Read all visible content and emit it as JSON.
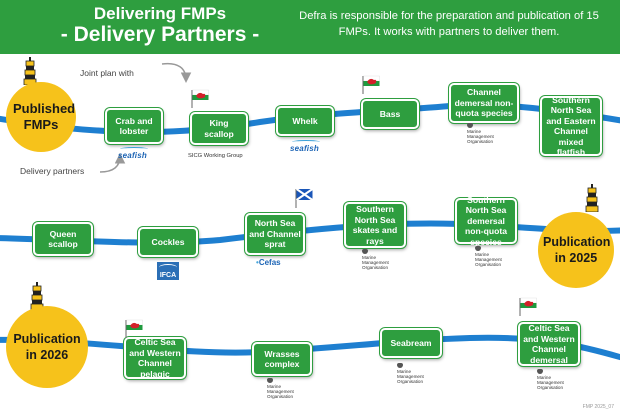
{
  "header": {
    "title_line1": "Delivering FMPs",
    "title_line2": "- Delivery Partners -",
    "intro": "Defra is responsible for the preparation and publication of 15 FMPs. It works with partners to deliver them."
  },
  "milestones": {
    "published": "Published FMPs",
    "publication_2025": "Publication in 2025",
    "publication_2026": "Publication in 2026"
  },
  "notes": {
    "joint_plan": "Joint plan with",
    "delivery_partners": "Delivery partners",
    "sicg": "SICG Working Group"
  },
  "fmps": {
    "crab_lobster": "Crab and lobster",
    "king_scallop": "King scallop",
    "whelk": "Whelk",
    "bass": "Bass",
    "channel_demersal": "Channel demersal non-quota species",
    "sns_eastern_channel": "Southern North Sea and Eastern Channel mixed flatfish",
    "queen_scallop": "Queen scallop",
    "cockles": "Cockles",
    "north_sea_sprat": "North Sea and Channel sprat",
    "sns_skates_rays": "Southern North Sea skates and rays",
    "sns_demersal": "Southern North Sea demersal non-quota species",
    "celtic_pelagic": "Celtic Sea and Western Channel pelagic",
    "wrasses": "Wrasses complex",
    "seabream": "Seabream",
    "celtic_demersal": "Celtic Sea and Western Channel demersal"
  },
  "logos": {
    "seafish": "seafish",
    "mmo": "Marine Management Organisation",
    "ifca": "IFCA",
    "cefas_main": "Cefas",
    "cefas_dot": "•"
  },
  "footer": "FMP 2025_07",
  "colors": {
    "green": "#2e9e3f",
    "yellow": "#f6c21b",
    "path_blue": "#1e7fd0"
  },
  "icons": {
    "welsh_flag": "welsh-flag-icon",
    "scottish_flag": "scottish-flag-icon",
    "buoy": "buoy-icon"
  }
}
